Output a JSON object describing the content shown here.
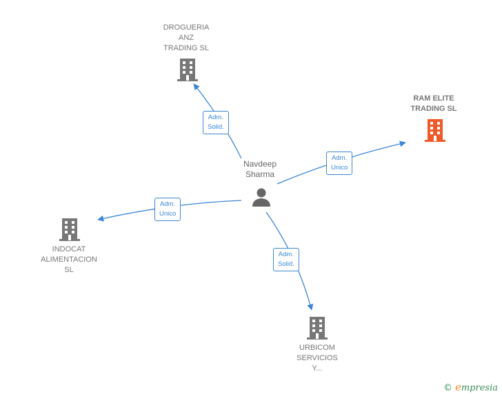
{
  "person": {
    "name_line1": "Navdeep",
    "name_line2": "Sharma"
  },
  "companies": {
    "drogueria": {
      "line1": "DROGUERIA",
      "line2": "ANZ",
      "line3": "TRADING  SL"
    },
    "ram_elite": {
      "line1": "RAM ELITE",
      "line2": "TRADING  SL"
    },
    "indocat": {
      "line1": "INDOCAT",
      "line2": "ALIMENTACION",
      "line3": "SL"
    },
    "urbicom": {
      "line1": "URBICOM",
      "line2": "SERVICIOS",
      "line3": "Y..."
    }
  },
  "relations": {
    "drogueria": {
      "line1": "Adm.",
      "line2": "Solid."
    },
    "ram_elite": {
      "line1": "Adm.",
      "line2": "Unico"
    },
    "indocat": {
      "line1": "Adm.",
      "line2": "Unico"
    },
    "urbicom": {
      "line1": "Adm.",
      "line2": "Solid."
    }
  },
  "colors": {
    "edge": "#3b86d6",
    "building_default": "#777777",
    "building_highlight": "#f0592a",
    "person": "#666666"
  },
  "footer": {
    "copyright_symbol": "©",
    "brand_initial": "e",
    "brand_rest": "mpresia"
  }
}
